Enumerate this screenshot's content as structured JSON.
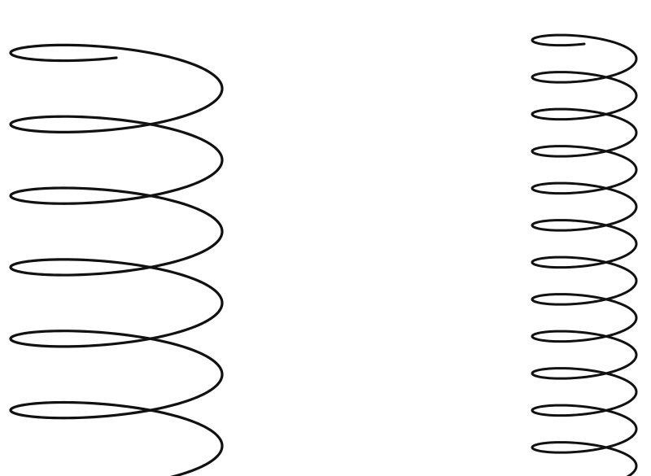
{
  "diagram": {
    "stroke_color": "#111111",
    "background": "#ffffff",
    "springs": [
      {
        "name": "left-spring",
        "turns": 6,
        "coil_spacing": "wide"
      },
      {
        "name": "right-spring",
        "turns": 12,
        "coil_spacing": "tight"
      }
    ]
  }
}
